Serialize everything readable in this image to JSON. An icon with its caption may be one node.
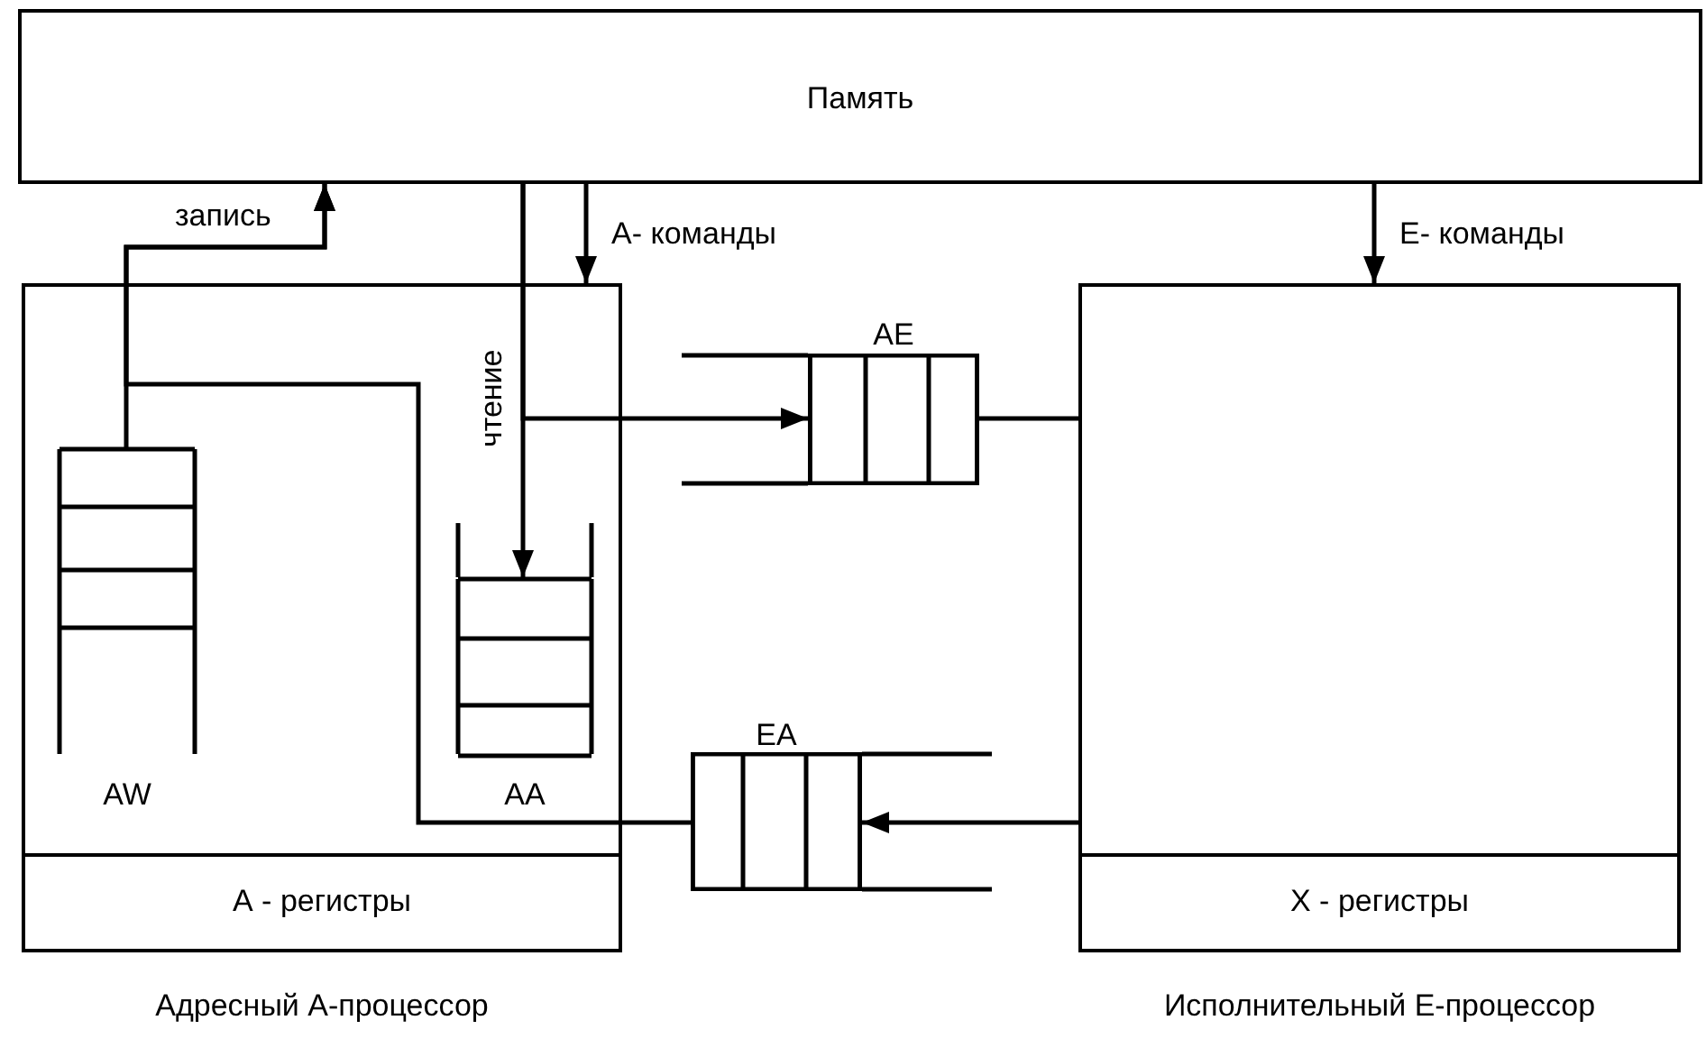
{
  "diagram": {
    "nodes": [
      {
        "text": [
          "Память"
        ]
      },
      {
        "text": [
          "Адресный А-процессор"
        ]
      },
      {
        "text": [
          "А - регистры"
        ],
        "in": 1
      },
      {
        "text": [
          "AW"
        ],
        "in": 1
      },
      {
        "text": [
          "AA"
        ],
        "in": 1
      },
      {
        "text": [
          "AE"
        ]
      },
      {
        "text": [
          "EA"
        ]
      },
      {
        "text": [
          "Исполнительный Е-процессор"
        ]
      },
      {
        "text": [
          "X - регистры"
        ],
        "in": 7
      }
    ],
    "edges": [
      {
        "from": 3,
        "to": 0,
        "arrow": "to",
        "label": "запись"
      },
      {
        "from": 6,
        "to": 0,
        "arrow": "to"
      },
      {
        "from": 0,
        "to": 4,
        "arrow": "to",
        "label": "чтение"
      },
      {
        "from": 0,
        "to": 5,
        "arrow": "to"
      },
      {
        "from": 0,
        "to": 1,
        "arrow": "to",
        "label": "А- команды"
      },
      {
        "from": 0,
        "to": 7,
        "arrow": "to",
        "label": "Е- команды"
      },
      {
        "from": 5,
        "to": 7,
        "arrow": "none"
      },
      {
        "from": 7,
        "to": 6,
        "arrow": "to"
      }
    ]
  }
}
